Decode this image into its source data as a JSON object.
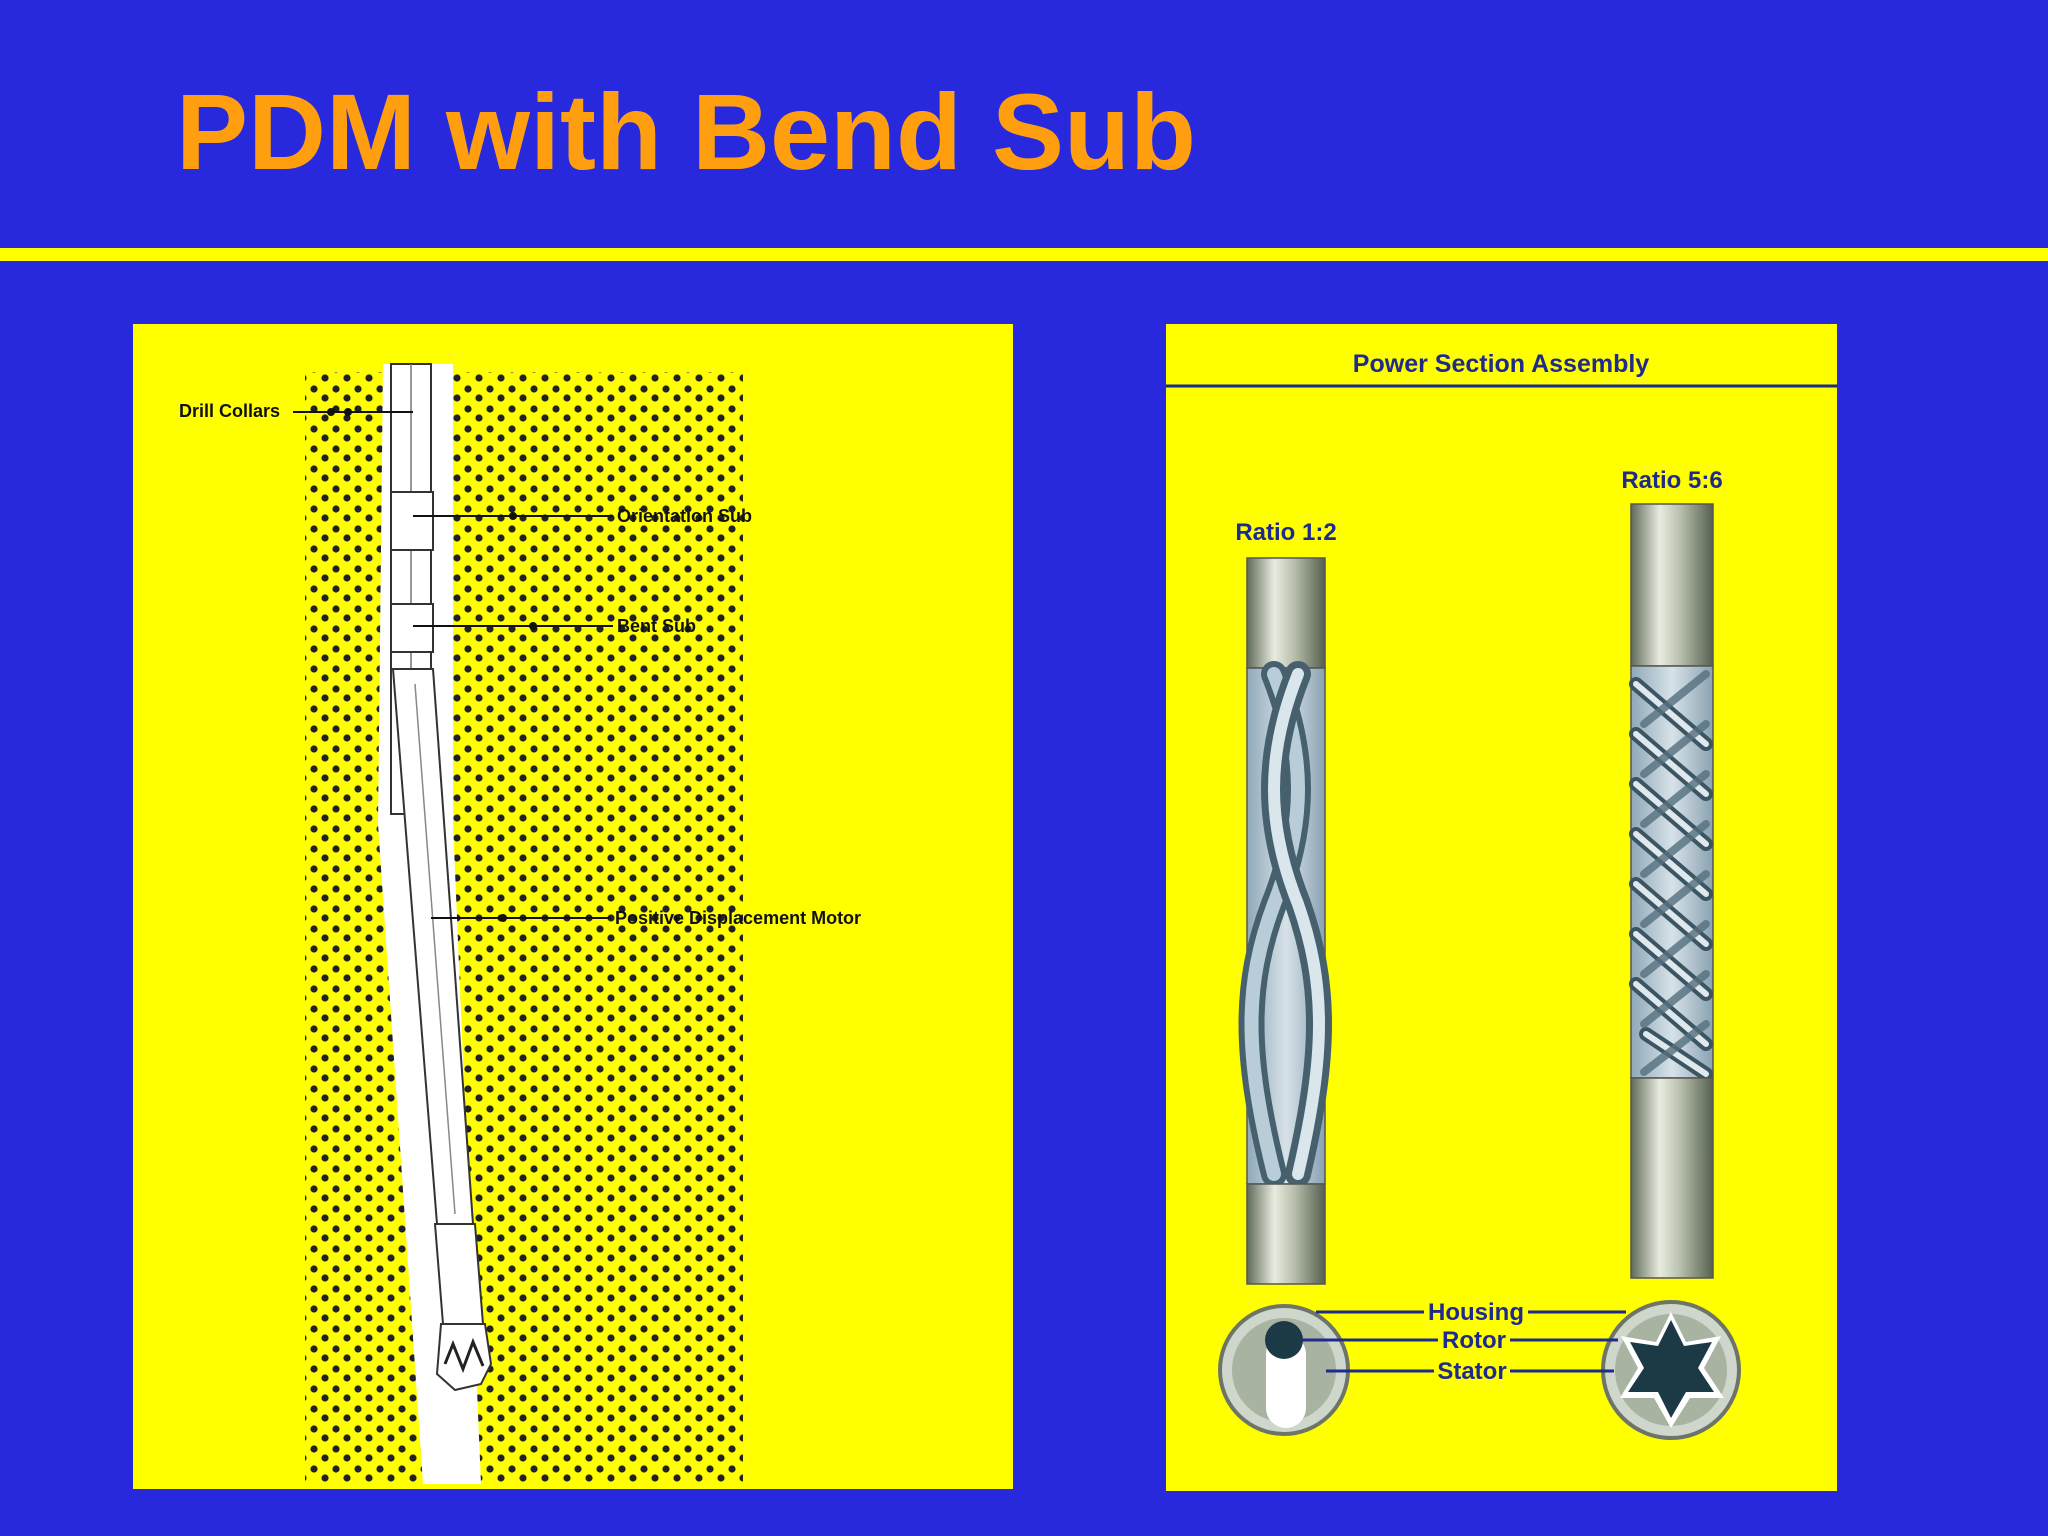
{
  "slide": {
    "title": "PDM with Bend Sub",
    "colors": {
      "background": "#2828dc",
      "title": "#ff9f0f",
      "accent": "#ffff00"
    }
  },
  "left_diagram": {
    "labels": {
      "drill_collars": "Drill Collars",
      "orientation_sub": "Orientation Sub",
      "bent_sub": "Bent Sub",
      "pdm": "Positive Displacement Motor"
    }
  },
  "right_diagram": {
    "title": "Power Section Assembly",
    "ratio_left": "Ratio 1:2",
    "ratio_right": "Ratio 5:6",
    "legend": {
      "housing": "Housing",
      "rotor": "Rotor",
      "stator": "Stator"
    }
  }
}
